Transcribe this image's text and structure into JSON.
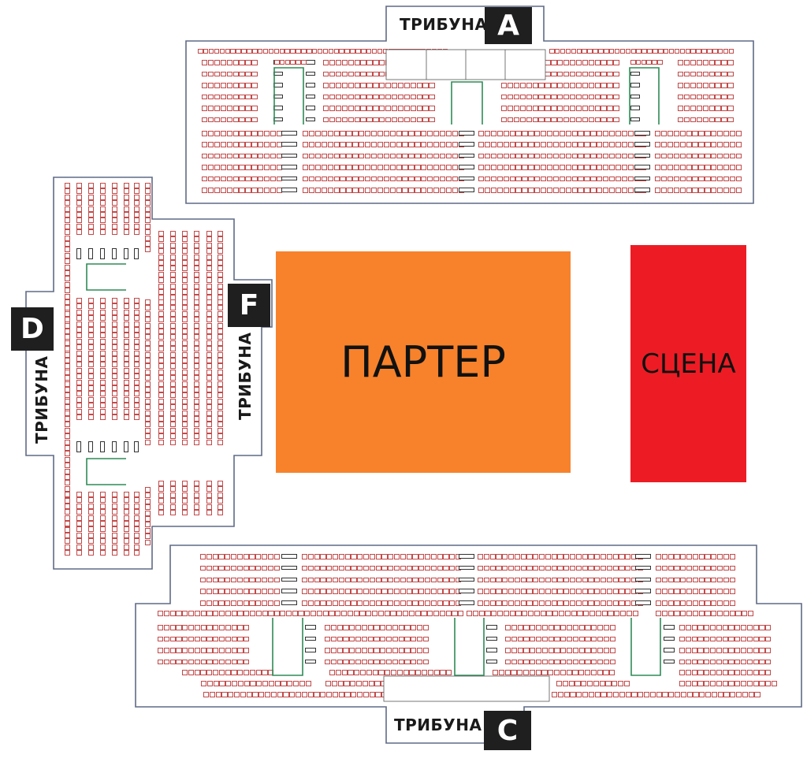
{
  "sectors": {
    "a": {
      "letter": "A",
      "tribune": "ТРИБУНА"
    },
    "c": {
      "letter": "C",
      "tribune": "ТРИБУНА"
    },
    "d": {
      "letter": "D",
      "tribune": "ТРИБУНА"
    },
    "f": {
      "letter": "F",
      "tribune": "ТРИБУНА"
    }
  },
  "areas": {
    "parter": "ПАРТЕР",
    "stage": "СЦЕНА"
  },
  "colors": {
    "parter": "#f7822b",
    "stage": "#ed1c24",
    "label_box": "#1f1f1f",
    "outline": "#5f6a85",
    "seat_border": "#c24a4a",
    "aisle_line": "#2e8b57"
  }
}
